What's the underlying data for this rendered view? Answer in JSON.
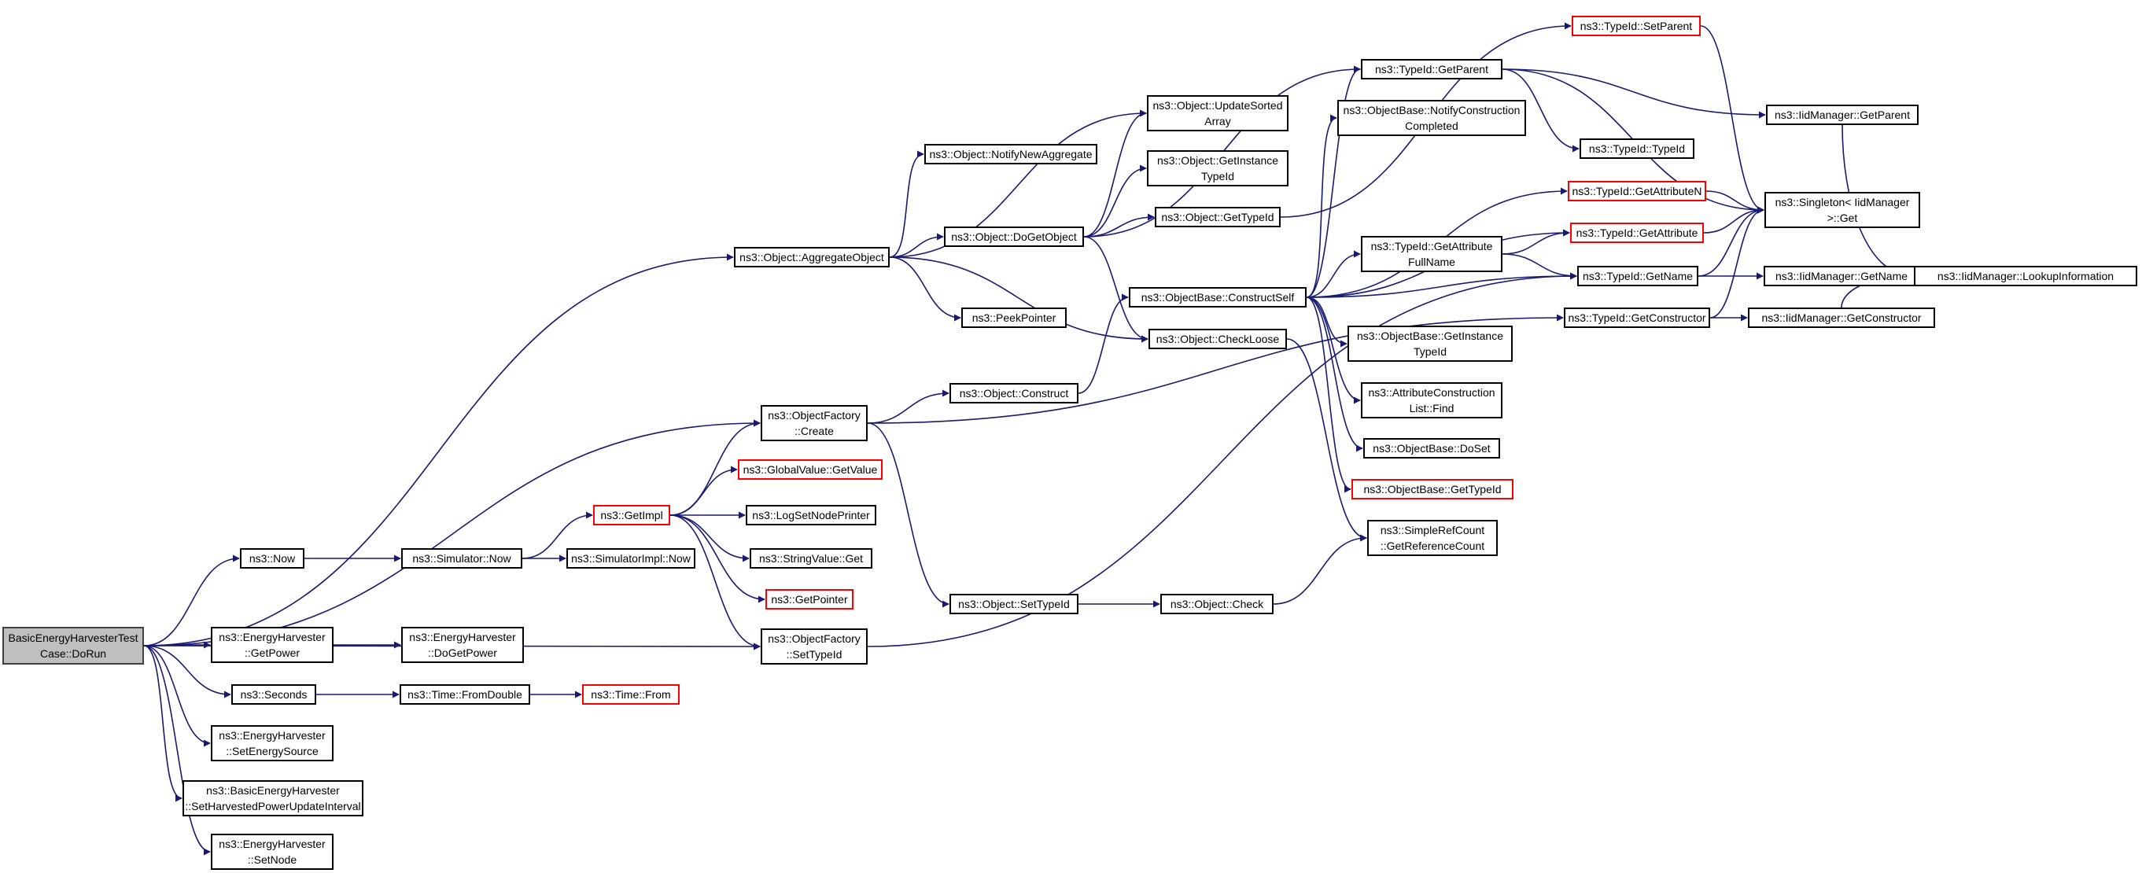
{
  "graph": {
    "edge_color": "#191970",
    "highlight_border_color": "#ff0000",
    "root_fill_color": "#bfbfbf",
    "nodes": [
      {
        "id": "root",
        "lines": [
          "BasicEnergyHarvesterTest",
          "Case::DoRun"
        ]
      },
      {
        "id": "aggregate",
        "lines": [
          "ns3::Object::AggregateObject"
        ]
      },
      {
        "id": "of_create",
        "lines": [
          "ns3::ObjectFactory",
          "::Create"
        ]
      },
      {
        "id": "now",
        "lines": [
          "ns3::Now"
        ]
      },
      {
        "id": "of_settypeid",
        "lines": [
          "ns3::ObjectFactory",
          "::SetTypeId"
        ]
      },
      {
        "id": "eh_getpower",
        "lines": [
          "ns3::EnergyHarvester",
          "::GetPower"
        ]
      },
      {
        "id": "seconds",
        "lines": [
          "ns3::Seconds"
        ]
      },
      {
        "id": "eh_setsource",
        "lines": [
          "ns3::EnergyHarvester",
          "::SetEnergySource"
        ]
      },
      {
        "id": "beh_setinterval",
        "lines": [
          "ns3::BasicEnergyHarvester",
          "::SetHarvestedPowerUpdateInterval"
        ]
      },
      {
        "id": "eh_setnode",
        "lines": [
          "ns3::EnergyHarvester",
          "::SetNode"
        ]
      },
      {
        "id": "sim_now",
        "lines": [
          "ns3::Simulator::Now"
        ]
      },
      {
        "id": "eh_dogetpower",
        "lines": [
          "ns3::EnergyHarvester",
          "::DoGetPower"
        ]
      },
      {
        "id": "fromdouble",
        "lines": [
          "ns3::Time::FromDouble"
        ]
      },
      {
        "id": "getimpl",
        "lines": [
          "ns3::GetImpl"
        ]
      },
      {
        "id": "simimpl_now",
        "lines": [
          "ns3::SimulatorImpl::Now"
        ]
      },
      {
        "id": "time_from",
        "lines": [
          "ns3::Time::From"
        ]
      },
      {
        "id": "gv_getvalue",
        "lines": [
          "ns3::GlobalValue::GetValue"
        ]
      },
      {
        "id": "lognodeprinter",
        "lines": [
          "ns3::LogSetNodePrinter"
        ]
      },
      {
        "id": "stringvalue_get",
        "lines": [
          "ns3::StringValue::Get"
        ]
      },
      {
        "id": "getpointer",
        "lines": [
          "ns3::GetPointer"
        ]
      },
      {
        "id": "notifynewagg",
        "lines": [
          "ns3::Object::NotifyNewAggregate"
        ]
      },
      {
        "id": "dogetobject",
        "lines": [
          "ns3::Object::DoGetObject"
        ]
      },
      {
        "id": "peekpointer",
        "lines": [
          "ns3::PeekPointer"
        ]
      },
      {
        "id": "obj_construct",
        "lines": [
          "ns3::Object::Construct"
        ]
      },
      {
        "id": "obj_settypeid",
        "lines": [
          "ns3::Object::SetTypeId"
        ]
      },
      {
        "id": "updatesorted",
        "lines": [
          "ns3::Object::UpdateSorted",
          "Array"
        ]
      },
      {
        "id": "getinstancetypeid",
        "lines": [
          "ns3::Object::GetInstance",
          "TypeId"
        ]
      },
      {
        "id": "obj_gettypeid",
        "lines": [
          "ns3::Object::GetTypeId"
        ]
      },
      {
        "id": "checkloose",
        "lines": [
          "ns3::Object::CheckLoose"
        ]
      },
      {
        "id": "constructself",
        "lines": [
          "ns3::ObjectBase::ConstructSelf"
        ]
      },
      {
        "id": "obj_check",
        "lines": [
          "ns3::Object::Check"
        ]
      },
      {
        "id": "tid_getparent",
        "lines": [
          "ns3::TypeId::GetParent"
        ]
      },
      {
        "id": "notifyconstruction",
        "lines": [
          "ns3::ObjectBase::NotifyConstruction",
          "Completed"
        ]
      },
      {
        "id": "getattributefullname",
        "lines": [
          "ns3::TypeId::GetAttribute",
          "FullName"
        ]
      },
      {
        "id": "ob_getinstancetypeid",
        "lines": [
          "ns3::ObjectBase::GetInstance",
          "TypeId"
        ]
      },
      {
        "id": "acl_find",
        "lines": [
          "ns3::AttributeConstruction",
          "List::Find"
        ]
      },
      {
        "id": "ob_doset",
        "lines": [
          "ns3::ObjectBase::DoSet"
        ]
      },
      {
        "id": "ob_gettypeid",
        "lines": [
          "ns3::ObjectBase::GetTypeId"
        ]
      },
      {
        "id": "getrefcount",
        "lines": [
          "ns3::SimpleRefCount",
          "::GetReferenceCount"
        ]
      },
      {
        "id": "tid_setparent",
        "lines": [
          "ns3::TypeId::SetParent"
        ]
      },
      {
        "id": "tid_typeid",
        "lines": [
          "ns3::TypeId::TypeId"
        ]
      },
      {
        "id": "tid_getattributen",
        "lines": [
          "ns3::TypeId::GetAttributeN"
        ]
      },
      {
        "id": "tid_getattribute",
        "lines": [
          "ns3::TypeId::GetAttribute"
        ]
      },
      {
        "id": "tid_getname",
        "lines": [
          "ns3::TypeId::GetName"
        ]
      },
      {
        "id": "tid_getconstructor",
        "lines": [
          "ns3::TypeId::GetConstructor"
        ]
      },
      {
        "id": "iid_getparent",
        "lines": [
          "ns3::IidManager::GetParent"
        ]
      },
      {
        "id": "singleton_get",
        "lines": [
          "ns3::Singleton< IidManager",
          ">::Get"
        ]
      },
      {
        "id": "iid_getname",
        "lines": [
          "ns3::IidManager::GetName"
        ]
      },
      {
        "id": "iid_getconstructor",
        "lines": [
          "ns3::IidManager::GetConstructor"
        ]
      },
      {
        "id": "iid_lookup",
        "lines": [
          "ns3::IidManager::LookupInformation"
        ]
      }
    ],
    "edges": [
      [
        "root",
        "aggregate"
      ],
      [
        "root",
        "of_create"
      ],
      [
        "root",
        "now"
      ],
      [
        "root",
        "of_settypeid"
      ],
      [
        "root",
        "eh_getpower"
      ],
      [
        "root",
        "seconds"
      ],
      [
        "root",
        "eh_setsource"
      ],
      [
        "root",
        "beh_setinterval"
      ],
      [
        "root",
        "eh_setnode"
      ],
      [
        "aggregate",
        "notifynewagg"
      ],
      [
        "aggregate",
        "updatesorted"
      ],
      [
        "aggregate",
        "dogetobject"
      ],
      [
        "aggregate",
        "peekpointer"
      ],
      [
        "aggregate",
        "checkloose"
      ],
      [
        "of_create",
        "obj_construct"
      ],
      [
        "of_create",
        "obj_settypeid"
      ],
      [
        "of_create",
        "tid_getconstructor"
      ],
      [
        "now",
        "sim_now"
      ],
      [
        "sim_now",
        "getimpl"
      ],
      [
        "sim_now",
        "simimpl_now"
      ],
      [
        "getimpl",
        "of_create"
      ],
      [
        "getimpl",
        "gv_getvalue"
      ],
      [
        "getimpl",
        "lognodeprinter"
      ],
      [
        "getimpl",
        "stringvalue_get"
      ],
      [
        "getimpl",
        "getpointer"
      ],
      [
        "getimpl",
        "of_settypeid"
      ],
      [
        "of_settypeid",
        "tid_getname"
      ],
      [
        "eh_getpower",
        "eh_dogetpower"
      ],
      [
        "seconds",
        "fromdouble"
      ],
      [
        "fromdouble",
        "time_from"
      ],
      [
        "dogetobject",
        "updatesorted"
      ],
      [
        "dogetobject",
        "getinstancetypeid"
      ],
      [
        "dogetobject",
        "obj_gettypeid"
      ],
      [
        "dogetobject",
        "checkloose"
      ],
      [
        "dogetobject",
        "tid_getparent"
      ],
      [
        "obj_gettypeid",
        "tid_setparent"
      ],
      [
        "obj_construct",
        "constructself"
      ],
      [
        "obj_settypeid",
        "obj_check"
      ],
      [
        "checkloose",
        "getrefcount"
      ],
      [
        "obj_check",
        "getrefcount"
      ],
      [
        "constructself",
        "tid_getparent"
      ],
      [
        "constructself",
        "notifyconstruction"
      ],
      [
        "constructself",
        "tid_getattributen"
      ],
      [
        "constructself",
        "tid_getattribute"
      ],
      [
        "constructself",
        "getattributefullname"
      ],
      [
        "constructself",
        "tid_getname"
      ],
      [
        "constructself",
        "ob_getinstancetypeid"
      ],
      [
        "constructself",
        "acl_find"
      ],
      [
        "constructself",
        "ob_doset"
      ],
      [
        "constructself",
        "ob_gettypeid"
      ],
      [
        "getattributefullname",
        "tid_getattribute"
      ],
      [
        "getattributefullname",
        "tid_getname"
      ],
      [
        "tid_getparent",
        "iid_getparent"
      ],
      [
        "tid_getparent",
        "tid_typeid"
      ],
      [
        "tid_getparent",
        "singleton_get"
      ],
      [
        "tid_setparent",
        "singleton_get"
      ],
      [
        "tid_getattributen",
        "singleton_get"
      ],
      [
        "tid_getattribute",
        "singleton_get"
      ],
      [
        "tid_getname",
        "singleton_get"
      ],
      [
        "tid_getname",
        "iid_getname"
      ],
      [
        "tid_getconstructor",
        "singleton_get"
      ],
      [
        "tid_getconstructor",
        "iid_getconstructor"
      ],
      [
        "iid_getparent",
        "iid_lookup"
      ],
      [
        "iid_getname",
        "iid_lookup"
      ],
      [
        "iid_getconstructor",
        "iid_lookup"
      ]
    ]
  }
}
